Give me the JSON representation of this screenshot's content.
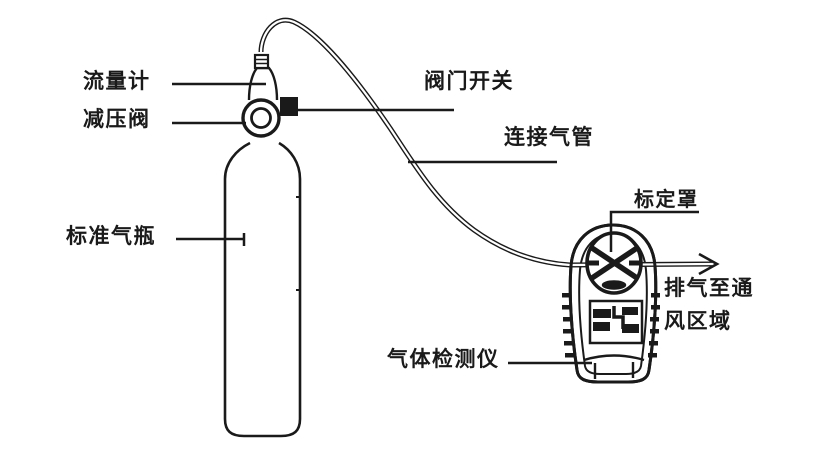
{
  "labels": {
    "flow_meter": "流量计",
    "pressure_valve": "减压阀",
    "standard_cylinder": "标准气瓶",
    "valve_switch": "阀门开关",
    "connecting_tube": "连接气管",
    "calibration_cap": "标定罩",
    "exhaust_line1": "排气至通",
    "exhaust_line2": "风区域",
    "gas_detector": "气体检测仪"
  },
  "colors": {
    "line": "#1a1a1a",
    "background": "#ffffff"
  }
}
